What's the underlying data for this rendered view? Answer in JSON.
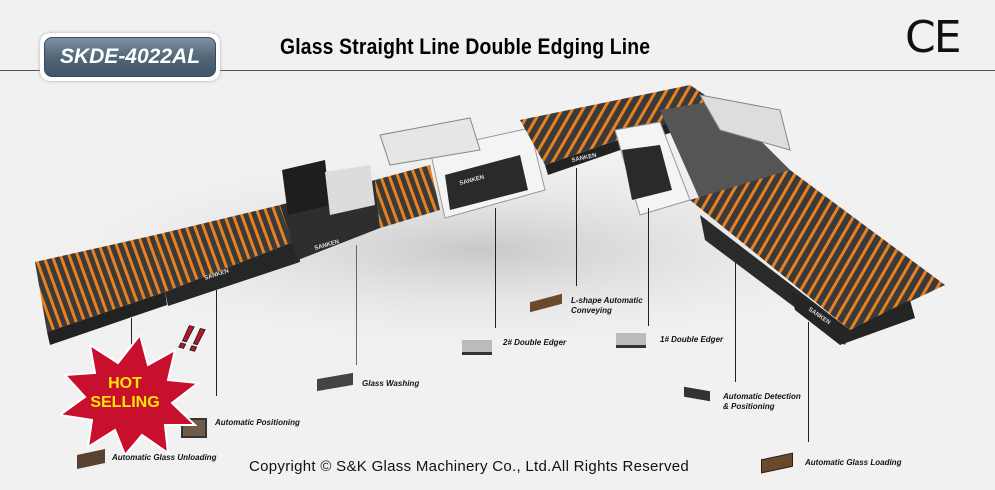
{
  "header": {
    "model_badge": "SKDE-4022AL",
    "title": "Glass Straight Line Double Edging Line",
    "certification_mark": "CE"
  },
  "machine": {
    "brand": "SANKEN"
  },
  "promo": {
    "line1": "HOT",
    "line2": "SELLING",
    "exclamation": "!!"
  },
  "components": [
    {
      "label": "Automatic Glass Unloading"
    },
    {
      "label": "Automatic Positioning"
    },
    {
      "label": "Glass Washing"
    },
    {
      "label": "2# Double Edger"
    },
    {
      "label": "L-shape Automatic Conveying"
    },
    {
      "label": "1# Double Edger"
    },
    {
      "label": "Automatic Detection & Positioning"
    },
    {
      "label": "Automatic Glass Loading"
    }
  ],
  "footer": {
    "copyright": "Copyright © S&K Glass Machinery Co., Ltd.All Rights Reserved"
  },
  "colors": {
    "accent_orange": "#e8801f",
    "machine_dark": "#2b2b2b",
    "hot_red": "#c8102e",
    "hot_yellow": "#ffe500"
  }
}
